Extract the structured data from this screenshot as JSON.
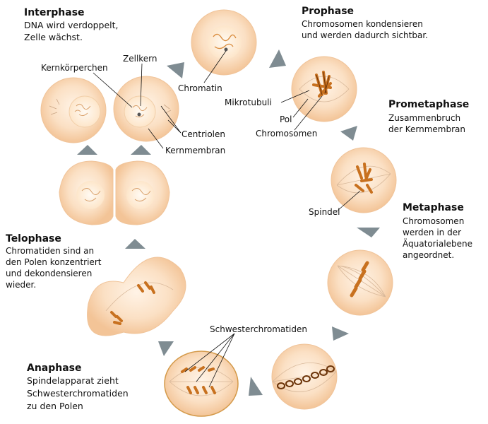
{
  "phases": {
    "interphase": {
      "title": "Interphase",
      "lines": [
        "DNA wird verdoppelt,",
        "Zelle wächst."
      ]
    },
    "prophase": {
      "title": "Prophase",
      "lines": [
        "Chromosomen kondensieren",
        "und werden dadurch sichtbar."
      ]
    },
    "prometaphase": {
      "title": "Prometaphase",
      "lines": [
        "Zusammenbruch",
        "der Kernmembran"
      ]
    },
    "metaphase": {
      "title": "Metaphase",
      "lines": [
        "Chromosomen",
        "werden in der",
        "Äquatorialebene",
        "angeordnet."
      ]
    },
    "anaphase": {
      "title": "Anaphase",
      "lines": [
        "Spindelapparat zieht",
        "Schwesterchromatiden",
        "zu den Polen"
      ]
    },
    "telophase": {
      "title": "Telophase",
      "lines": [
        "Chromatiden sind an",
        "den Polen konzentriert",
        "und dekondensieren",
        "wieder."
      ]
    }
  },
  "labels": {
    "kernkoerperchen": "Kernkörperchen",
    "zellkern": "Zellkern",
    "chromatin": "Chromatin",
    "mikrotubuli": "Mikrotubuli",
    "pol": "Pol",
    "chromosomen": "Chromosomen",
    "centriolen": "Centriolen",
    "kernmembran": "Kernmembran",
    "spindel": "Spindel",
    "schwesterchromatiden": "Schwesterchromatiden"
  },
  "colors": {
    "cell_fill": "#f9d7b4",
    "cell_light": "#fff1e2",
    "cell_edge": "#e9b88c",
    "chromosome": "#c8711f",
    "chromosome_dark": "#6b3308",
    "arrow": "#7f8c92",
    "nucleus": "#fbe6cd"
  }
}
